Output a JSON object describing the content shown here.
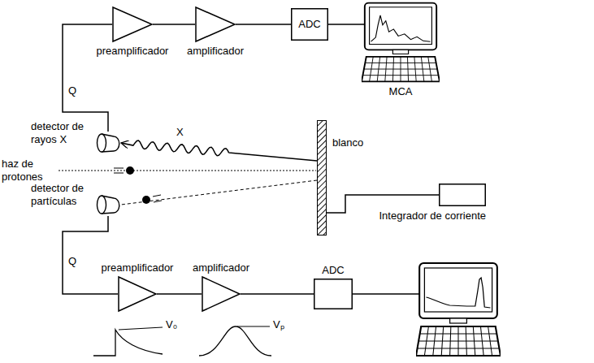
{
  "diagram": {
    "nodes": [
      {
        "text": [
          "preamplificador"
        ]
      },
      {
        "text": [
          "amplificador"
        ]
      },
      {
        "text": [
          "ADC"
        ]
      },
      {
        "text": [
          "MCA"
        ]
      },
      {
        "text": [
          "detector de rayos X"
        ]
      },
      {
        "text": [
          "blanco"
        ]
      },
      {
        "text": [
          "Integrador de corriente"
        ]
      },
      {
        "text": [
          "detector de partículas"
        ]
      },
      {
        "text": [
          "preamplificador"
        ]
      },
      {
        "text": [
          "amplificador"
        ]
      },
      {
        "text": [
          "ADC"
        ]
      }
    ],
    "edges": [
      {
        "from": 4,
        "to": 0,
        "arrow": "none"
      },
      {
        "from": 0,
        "to": 1,
        "arrow": "none"
      },
      {
        "from": 1,
        "to": 2,
        "arrow": "none"
      },
      {
        "from": 2,
        "to": 3,
        "arrow": "none"
      },
      {
        "from": 5,
        "to": 4,
        "label": "X",
        "arrow": "to"
      },
      {
        "from": 5,
        "to": 6,
        "arrow": "none"
      },
      {
        "from": 5,
        "to": 7,
        "arrow": "none"
      },
      {
        "from": 7,
        "to": 8,
        "arrow": "none"
      },
      {
        "from": 8,
        "to": 9,
        "arrow": "none"
      },
      {
        "from": 9,
        "to": 10,
        "arrow": "none"
      }
    ],
    "labels": [
      "haz de protones",
      "Q",
      "Q",
      "V₀",
      "Vₚ"
    ]
  }
}
